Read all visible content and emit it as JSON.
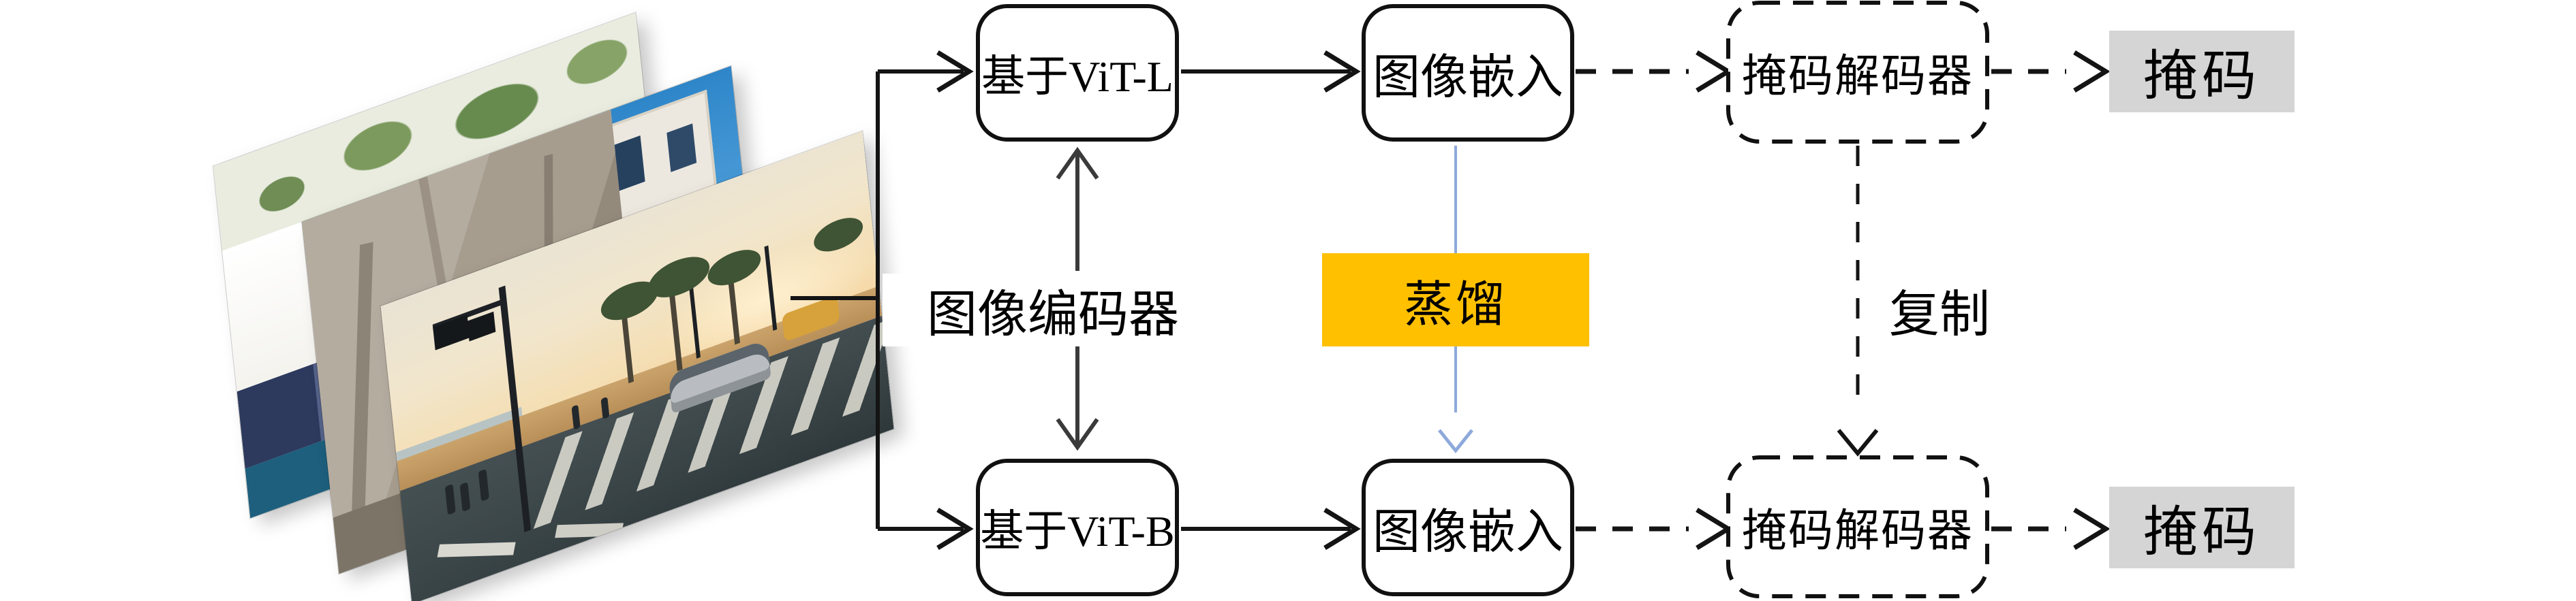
{
  "figure": {
    "background": "#ffffff",
    "input": {
      "photo_count": 3
    },
    "top_row": {
      "encoder": "基于ViT-L",
      "embedding": "图像嵌入",
      "decoder": "掩码解码器",
      "mask": "掩码"
    },
    "bottom_row": {
      "encoder": "基于ViT-B",
      "embedding": "图像嵌入",
      "decoder": "掩码解码器",
      "mask": "掩码"
    },
    "labels": {
      "image_encoder": "图像编码器",
      "distillation": "蒸馏",
      "copy": "复制"
    },
    "colors": {
      "wire": "#141414",
      "encoder_arrow": "#3a3a3a",
      "distill_arrow": "#8ea9db",
      "distillation_fill": "#ffc000",
      "mask_fill": "#d5d5d5"
    }
  }
}
